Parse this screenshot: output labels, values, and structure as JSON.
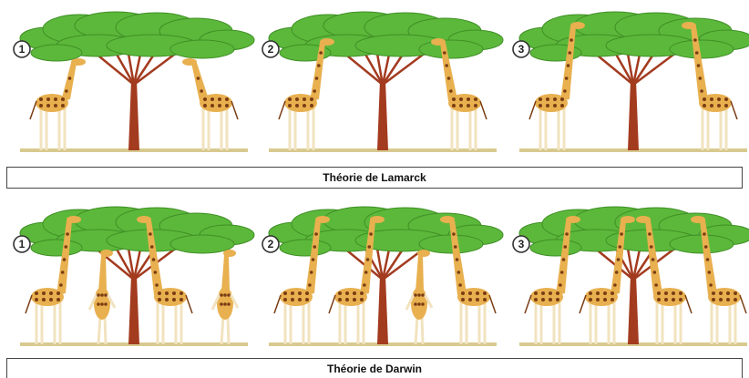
{
  "rows": [
    {
      "caption": "Théorie de Lamarck",
      "panels": [
        {
          "step": "1",
          "giraffes": [
            {
              "neck": "short",
              "stance": "reach-right"
            },
            {
              "neck": "short",
              "stance": "reach-left"
            }
          ]
        },
        {
          "step": "2",
          "giraffes": [
            {
              "neck": "medium",
              "stance": "reach-right"
            },
            {
              "neck": "medium",
              "stance": "reach-left"
            }
          ]
        },
        {
          "step": "3",
          "giraffes": [
            {
              "neck": "long",
              "stance": "reach-right"
            },
            {
              "neck": "long",
              "stance": "reach-left"
            }
          ]
        }
      ]
    },
    {
      "caption": "Théorie de Darwin",
      "panels": [
        {
          "step": "1",
          "giraffes": [
            {
              "neck": "long",
              "stance": "reach-right"
            },
            {
              "neck": "short",
              "stance": "rearing"
            },
            {
              "neck": "long",
              "stance": "reach-left"
            },
            {
              "neck": "short",
              "stance": "rearing"
            }
          ]
        },
        {
          "step": "2",
          "giraffes": [
            {
              "neck": "long",
              "stance": "reach-right"
            },
            {
              "neck": "long",
              "stance": "reach-right"
            },
            {
              "neck": "short",
              "stance": "rearing"
            },
            {
              "neck": "long",
              "stance": "reach-left"
            }
          ]
        },
        {
          "step": "3",
          "giraffes": [
            {
              "neck": "long",
              "stance": "reach-right"
            },
            {
              "neck": "long",
              "stance": "reach-right"
            },
            {
              "neck": "long",
              "stance": "reach-left"
            },
            {
              "neck": "long",
              "stance": "reach-left"
            }
          ]
        }
      ]
    }
  ],
  "colors": {
    "foliage": "#5cb83a",
    "foliage_dark": "#3f8f26",
    "trunk": "#a33b1f",
    "giraffe_body": "#e8b04f",
    "giraffe_spots": "#7a3d14",
    "legs": "#f1e3bf",
    "ground": "#d8c98f",
    "badge_border": "#333333"
  }
}
